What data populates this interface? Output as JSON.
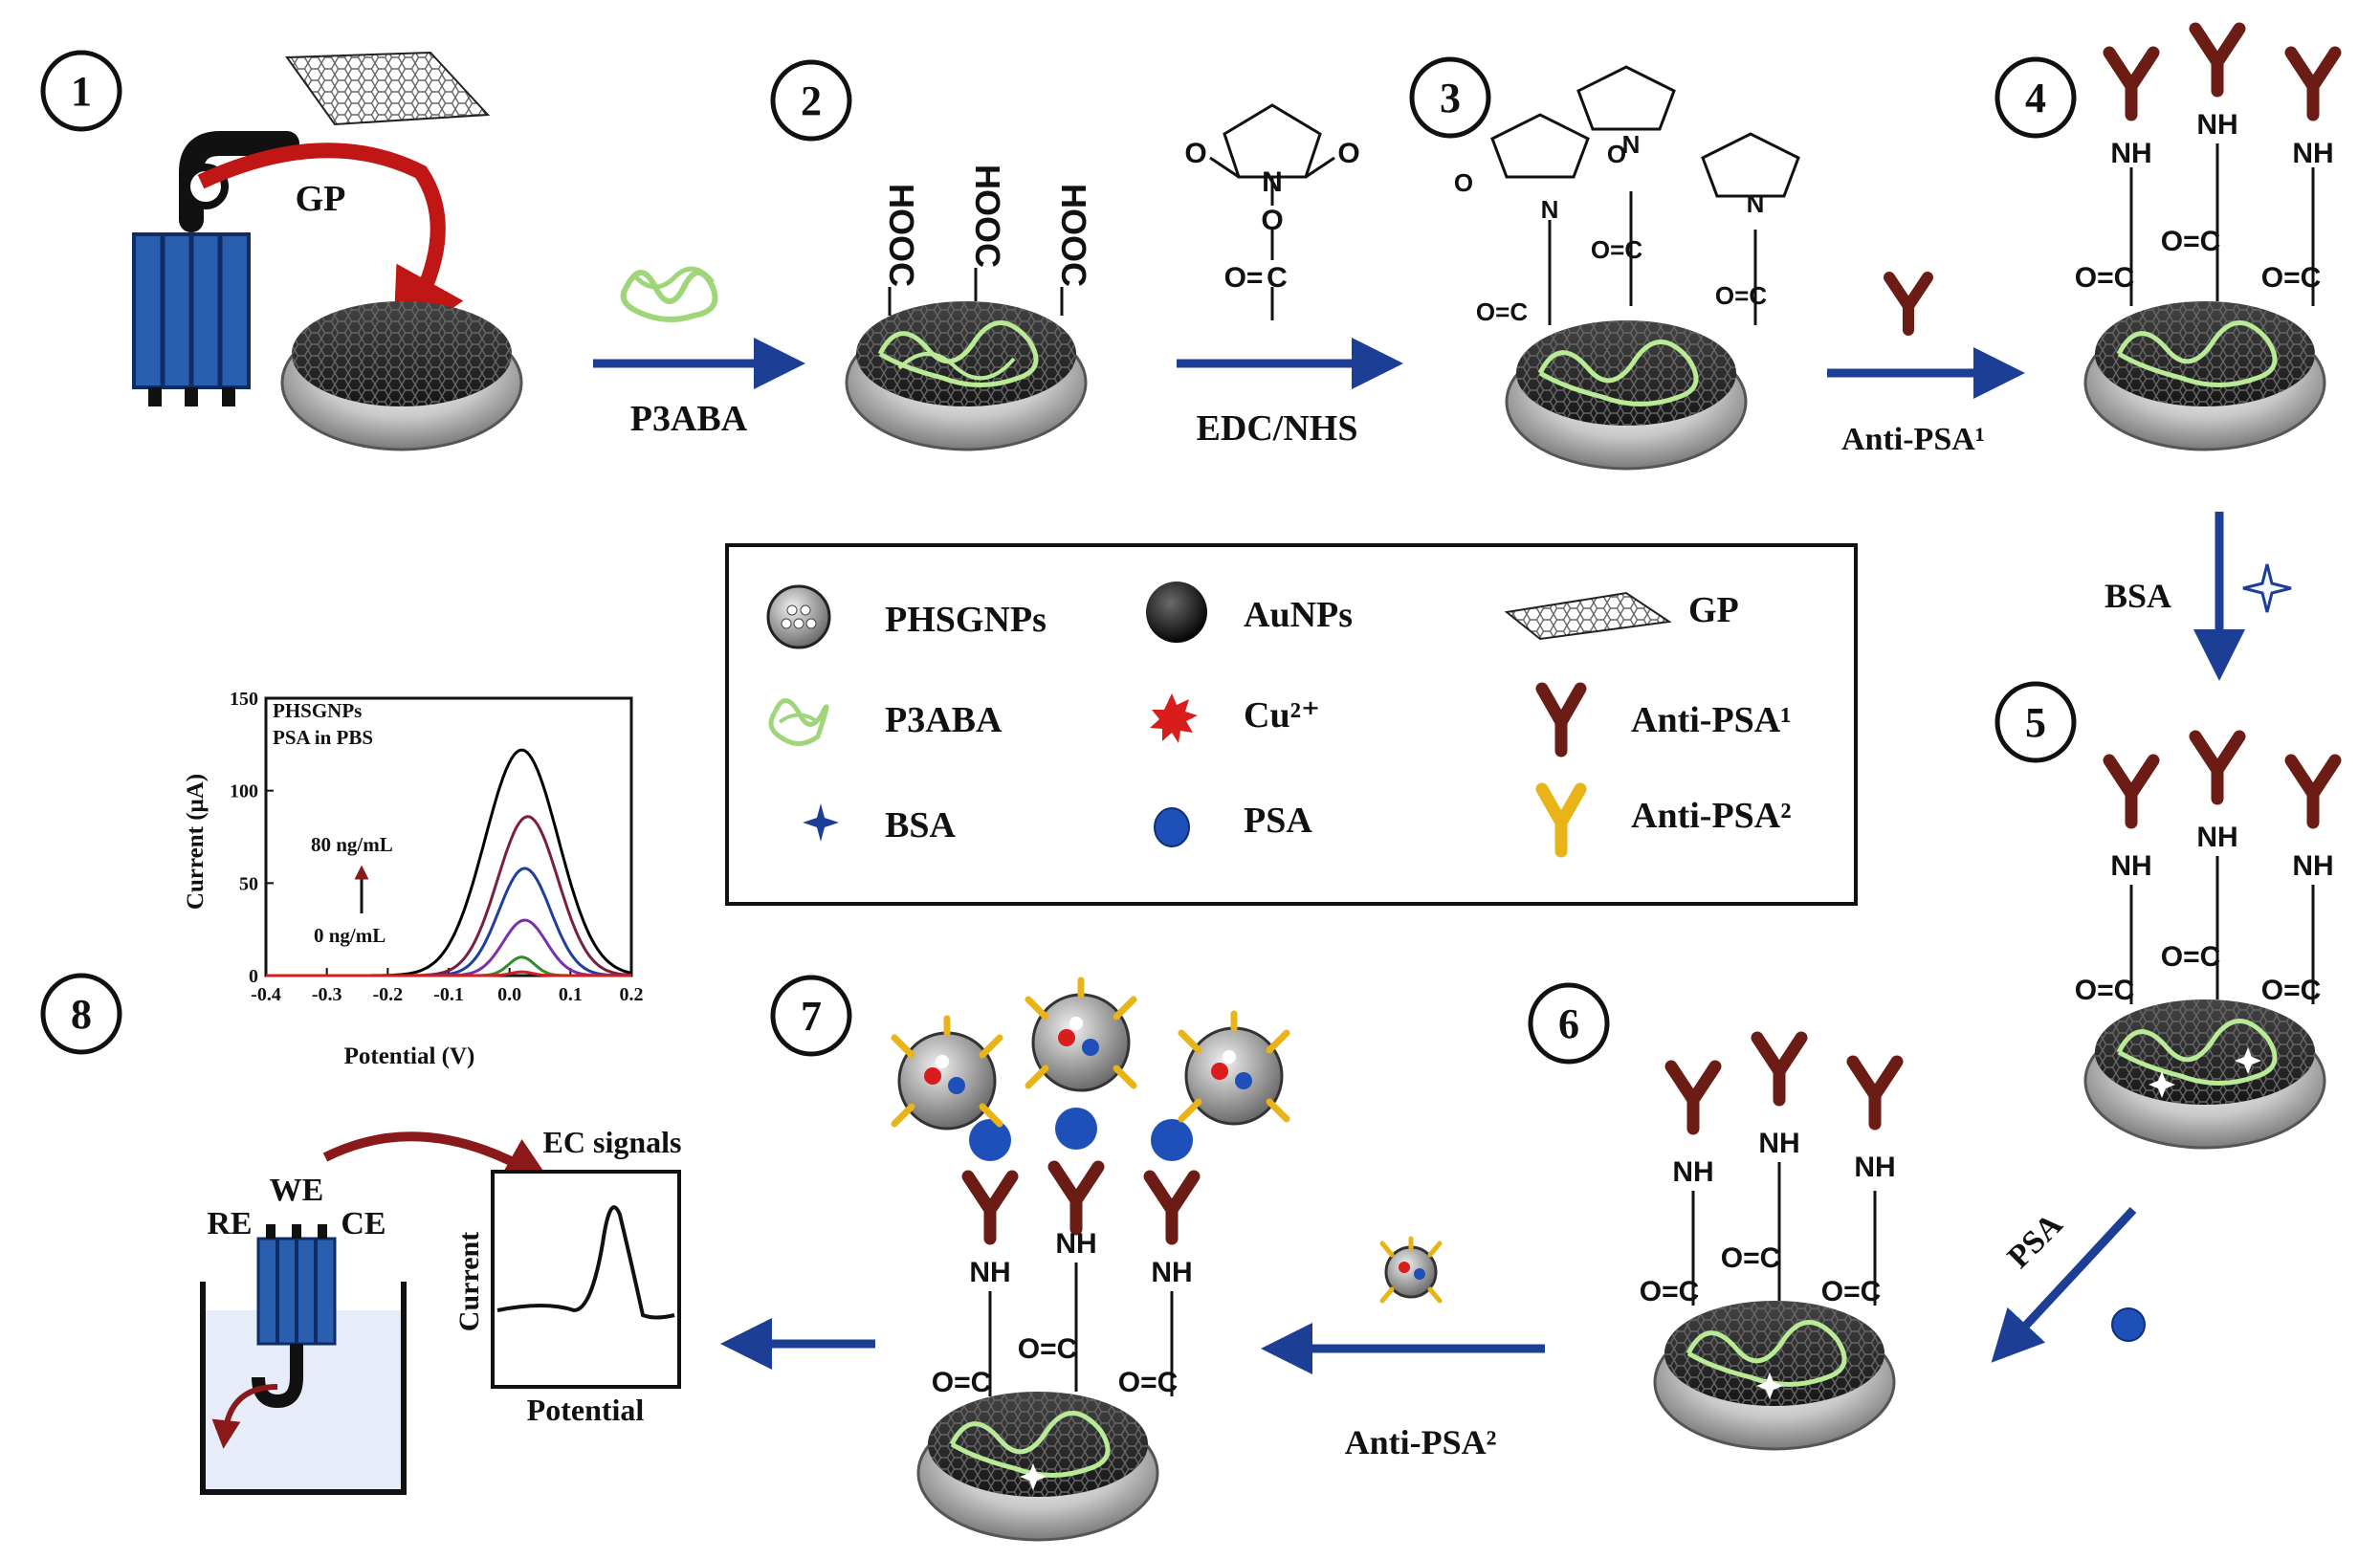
{
  "steps": [
    "1",
    "2",
    "3",
    "4",
    "5",
    "6",
    "7",
    "8"
  ],
  "arrows": {
    "p3aba": "P3ABA",
    "edc": "EDC/NHS",
    "anti1": "Anti-PSA¹",
    "bsa": "BSA",
    "psa": "PSA",
    "anti2": "Anti-PSA²"
  },
  "labels": {
    "gp": "GP",
    "hooc": "HOOC",
    "ec_signals": "EC signals",
    "re": "RE",
    "we": "WE",
    "ce": "CE",
    "current": "Current",
    "potential": "Potential"
  },
  "chem": {
    "nh": "NH",
    "co": "O=C",
    "o": "O",
    "n": "N",
    "c": "C",
    "oeq": "O="
  },
  "legend": {
    "items": [
      {
        "label": "PHSGNPs",
        "icon": "phsgnp-icon"
      },
      {
        "label": "AuNPs",
        "icon": "aunp-icon"
      },
      {
        "label": "GP",
        "icon": "graphene-icon"
      },
      {
        "label": "P3ABA",
        "icon": "polymer-icon"
      },
      {
        "label": "Cu²⁺",
        "icon": "copper-ion-icon"
      },
      {
        "label": "Anti-PSA¹",
        "icon": "antibody1-icon"
      },
      {
        "label": "BSA",
        "icon": "bsa-star-icon"
      },
      {
        "label": "PSA",
        "icon": "psa-dot-icon"
      },
      {
        "label": "Anti-PSA²",
        "icon": "antibody2-icon"
      }
    ]
  },
  "colors": {
    "arrow": "#1c3f95",
    "antibody1": "#6b1c14",
    "antibody2": "#e8b418",
    "psa": "#1f4fb8",
    "polymer": "#9fd67a",
    "copper": "#d91c1c",
    "electrode_blue": "#2a5fb0"
  },
  "chart_data": {
    "type": "line",
    "annotation_title": "PHSGNPs",
    "annotation_subtitle": "PSA in PBS",
    "annotation_high": "80 ng/mL",
    "annotation_low": "0 ng/mL",
    "xlabel": "Potential (V)",
    "ylabel": "Current (μA)",
    "xlim": [
      -0.4,
      0.2
    ],
    "ylim": [
      0,
      150
    ],
    "xticks": [
      -0.4,
      -0.3,
      -0.2,
      -0.1,
      0.0,
      0.1,
      0.2
    ],
    "yticks": [
      0,
      50,
      100,
      150
    ],
    "xtick_labels": [
      "-0.4",
      "-0.3",
      "-0.2",
      "-0.1",
      "0.0",
      "0.1",
      "0.2"
    ],
    "ytick_labels": [
      "0",
      "50",
      "100",
      "150"
    ],
    "series": [
      {
        "color": "#000000",
        "peak_x": 0.02,
        "peak_y": 122,
        "width": 0.085
      },
      {
        "color": "#7a1f3d",
        "peak_x": 0.03,
        "peak_y": 86,
        "width": 0.07
      },
      {
        "color": "#1f3fa0",
        "peak_x": 0.025,
        "peak_y": 58,
        "width": 0.06
      },
      {
        "color": "#7b2fae",
        "peak_x": 0.025,
        "peak_y": 30,
        "width": 0.05
      },
      {
        "color": "#2e8b2e",
        "peak_x": 0.02,
        "peak_y": 10,
        "width": 0.03
      },
      {
        "color": "#d21f1f",
        "peak_x": 0.02,
        "peak_y": 2,
        "width": 0.025
      }
    ]
  }
}
